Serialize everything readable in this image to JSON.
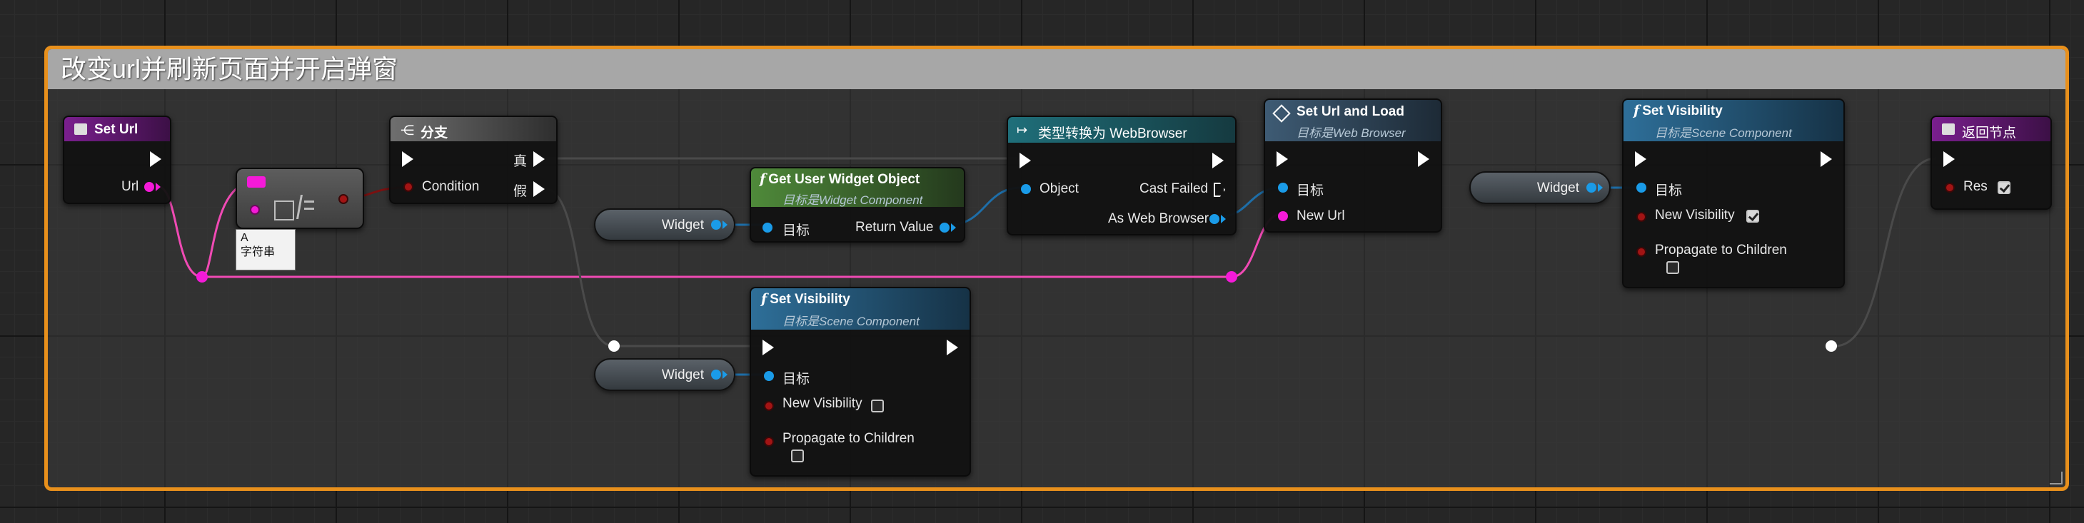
{
  "comment": {
    "title": "改变url并刷新页面并开启弹窗"
  },
  "nodes": {
    "set_url": {
      "title": "Set Url",
      "pin_url": "Url"
    },
    "not_equal": {
      "tooltip_a": "A",
      "tooltip_type": "字符串"
    },
    "branch": {
      "title": "分支",
      "pin_condition": "Condition",
      "pin_true": "真",
      "pin_false": "假"
    },
    "widget_var_1": {
      "label": "Widget"
    },
    "widget_var_2": {
      "label": "Widget"
    },
    "widget_var_3": {
      "label": "Widget"
    },
    "get_user_widget": {
      "title": "Get User Widget Object",
      "subtitle": "目标是Widget Component",
      "pin_target": "目标",
      "pin_return": "Return Value"
    },
    "cast": {
      "title": "类型转换为 WebBrowser",
      "pin_object": "Object",
      "pin_cast_failed": "Cast Failed",
      "pin_as": "As Web Browser"
    },
    "set_url_load": {
      "title": "Set Url and Load",
      "subtitle": "目标是Web Browser",
      "pin_target": "目标",
      "pin_new_url": "New Url"
    },
    "set_vis_top": {
      "title": "Set Visibility",
      "subtitle": "目标是Scene Component",
      "pin_target": "目标",
      "pin_new_vis": "New Visibility",
      "new_vis_checked": true,
      "pin_propagate": "Propagate to Children",
      "propagate_checked": false
    },
    "set_vis_bottom": {
      "title": "Set Visibility",
      "subtitle": "目标是Scene Component",
      "pin_target": "目标",
      "pin_new_vis": "New Visibility",
      "new_vis_checked": false,
      "pin_propagate": "Propagate to Children",
      "propagate_checked": false
    },
    "return_node": {
      "title": "返回节点",
      "pin_res": "Res",
      "res_checked": true
    }
  },
  "colors": {
    "comment_border": "#e8901c",
    "function_header": "#1e4f73",
    "pure_function_header": "#4c7a35",
    "event_header": "#5e1a6e",
    "cast_header": "#1a5a66",
    "string_pin": "#f41ad8",
    "object_pin": "#1a9be8",
    "bool_pin": "#a21414"
  }
}
